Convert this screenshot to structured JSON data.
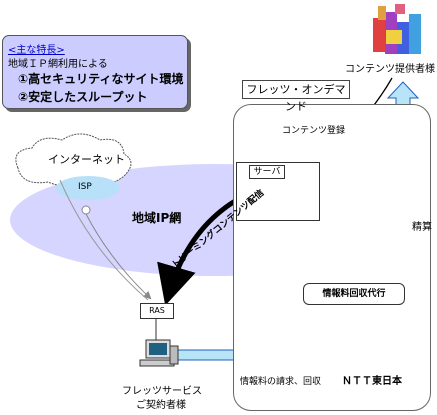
{
  "features": {
    "title": "<主な特長>",
    "subtitle": "地域ＩＰ網利用による",
    "items": [
      "①高セキュリティなサイト環境",
      "②安定したスループット"
    ]
  },
  "labels": {
    "content_provider": "コンテンツ提供者様",
    "flets_on_demand": "フレッツ・オンデマンド",
    "content_registration": "コンテンツ登録",
    "internet": "インターネット",
    "isp": "ISP",
    "regional_ip_network": "地域IP網",
    "server": "サーバ",
    "streaming": "ストリーミングコンテンツ配信",
    "settlement": "精算",
    "fee_collection": "情報料回収代行",
    "ras": "RAS",
    "ntt_east": "ＮＴＴ東日本",
    "billing": "情報料の請求、回収",
    "customer_line1": "フレッツサービス",
    "customer_line2": "ご契約者様"
  },
  "colors": {
    "features_bg": "#ccccff",
    "network_fill": "#d0d0ff",
    "cloud_inner": "#b8e0f8",
    "arrow_fill": "#b8e4f8",
    "arrow_stroke": "#2060c0",
    "delivery_arrow": "#000000"
  }
}
